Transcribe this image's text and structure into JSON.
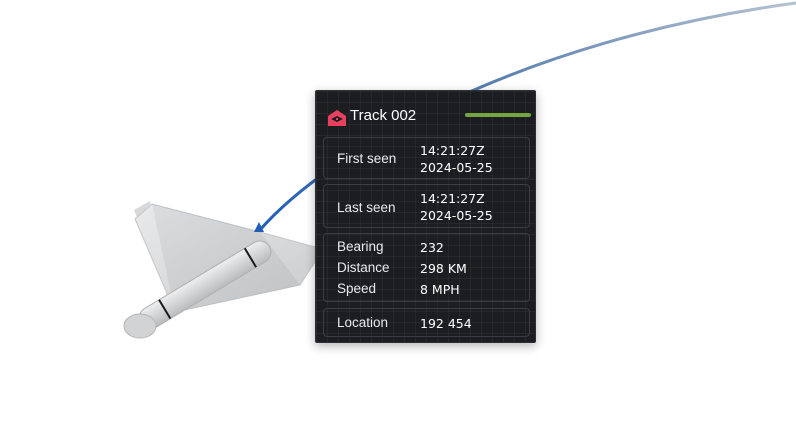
{
  "track": {
    "title": "Track 002",
    "icon": "drone-warning-icon",
    "status_color": "#77a443",
    "accent_color": "#e8415f"
  },
  "first_seen": {
    "label": "First seen",
    "time": "14:21:27Z",
    "date": "2024-05-25"
  },
  "last_seen": {
    "label": "Last seen",
    "time": "14:21:27Z",
    "date": "2024-05-25"
  },
  "motion": {
    "bearing_label": "Bearing",
    "bearing_value": "232",
    "distance_label": "Distance",
    "distance_value": "298 KM",
    "speed_label": "Speed",
    "speed_value": "8 MPH"
  },
  "location": {
    "label": "Location",
    "value": "192 454"
  },
  "scene": {
    "object_icon": "drone-icon",
    "track_path_color": "#2a64b6"
  }
}
